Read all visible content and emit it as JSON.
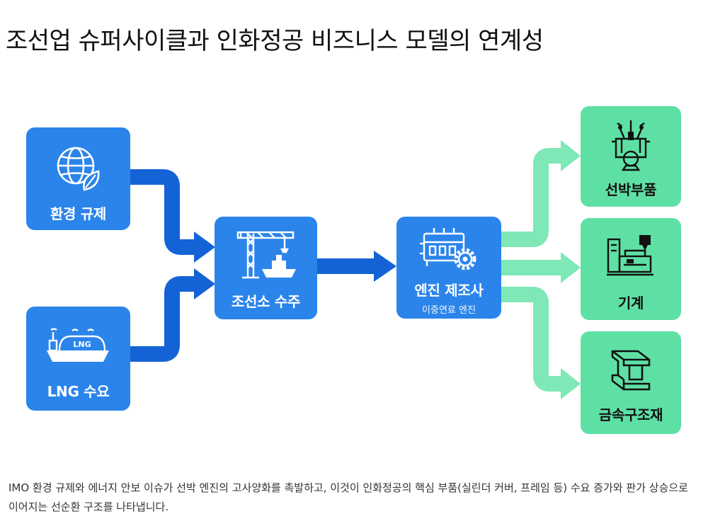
{
  "title": "조선업 슈퍼사이클과 인화정공 비즈니스 모델의 연계성",
  "nodes": {
    "env": {
      "label": "환경 규제",
      "icon": "globe-leaf-icon"
    },
    "lng": {
      "label": "LNG 수요",
      "icon": "lng-carrier-ship-icon",
      "ship_text": "LNG"
    },
    "shipyard": {
      "label": "조선소 수주",
      "icon": "crane-ship-icon"
    },
    "engine": {
      "label": "엔진 제조사",
      "sublabel": "이중연료 엔진",
      "icon": "engine-gear-icon"
    },
    "parts": {
      "label": "선박부품",
      "icon": "engine-cylinder-icon"
    },
    "machine": {
      "label": "기계",
      "icon": "machine-tool-icon"
    },
    "metal": {
      "label": "금속구조재",
      "icon": "steel-beam-icon"
    }
  },
  "caption": "IMO 환경 규제와 에너지 안보 이슈가 선박 엔진의 고사양화를 촉발하고, 이것이 인화정공의 핵심 부품(실린더 커버, 프레임 등) 수요 증가와 판가 상승으로 이어지는 선순환 구조를 나타냅니다.",
  "colors": {
    "blue_box": "#2b84ea",
    "blue_arrow": "#1463d6",
    "green_box": "#5ee0a4",
    "green_arrow": "#7ee8b6"
  }
}
